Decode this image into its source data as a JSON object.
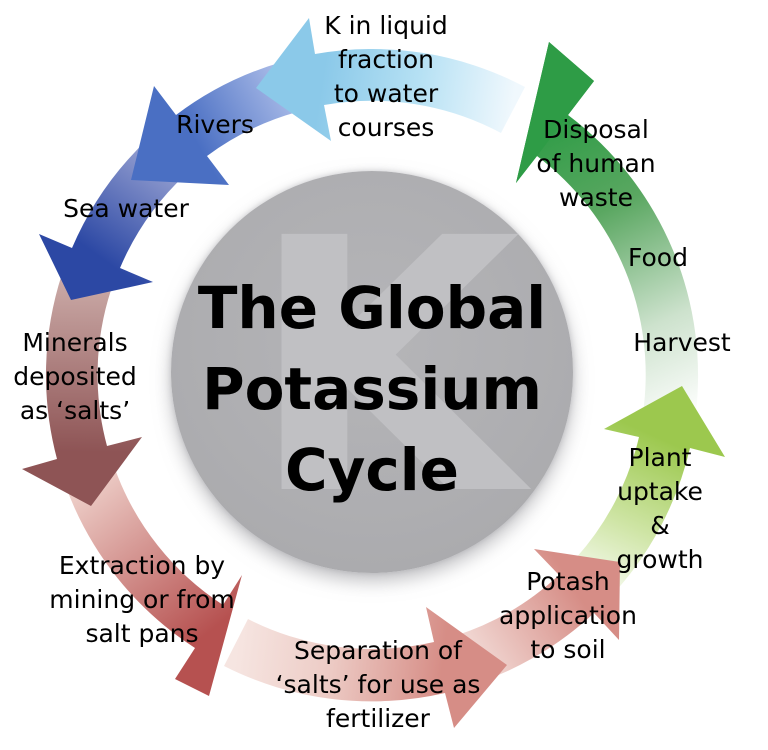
{
  "diagram": {
    "title_lines": [
      "The Global",
      "Potassium",
      "Cycle"
    ],
    "center_symbol": "K",
    "flow_direction": "counterclockwise",
    "steps": [
      {
        "id": "k_liquid_fraction",
        "label": "K in liquid\nfraction\nto water\ncourses",
        "arrow_color": "#8bc9e9"
      },
      {
        "id": "rivers",
        "label": "Rivers",
        "arrow_color": "#4a6fc3"
      },
      {
        "id": "sea_water",
        "label": "Sea water",
        "arrow_color": "#2c48a4"
      },
      {
        "id": "minerals_deposited",
        "label": "Minerals\ndeposited\nas ‘salts’",
        "arrow_color": "#8e5455"
      },
      {
        "id": "extraction",
        "label": "Extraction by\nmining or from\nsalt pans",
        "arrow_color": "#b65150"
      },
      {
        "id": "separation",
        "label": "Separation of\n‘salts’ for use as\nfertilizer",
        "arrow_color": "#d68d86"
      },
      {
        "id": "potash_application",
        "label": "Potash\napplication\nto soil",
        "arrow_color": "#d68d86"
      },
      {
        "id": "plant_uptake",
        "label": "Plant uptake\n& growth",
        "arrow_color": "#9cc84e"
      },
      {
        "id": "harvest",
        "label": "Harvest",
        "arrow_color": "#2e9c46"
      },
      {
        "id": "food",
        "label": "Food",
        "arrow_color": "#2e9c46"
      },
      {
        "id": "disposal",
        "label": "Disposal\nof human\nwaste",
        "arrow_color": "#2e9c46"
      }
    ],
    "colors": {
      "background": "#ffffff",
      "text": "#000000",
      "circle_fill": "#acacaf",
      "watermark_gray": "#c0c0c3"
    }
  }
}
